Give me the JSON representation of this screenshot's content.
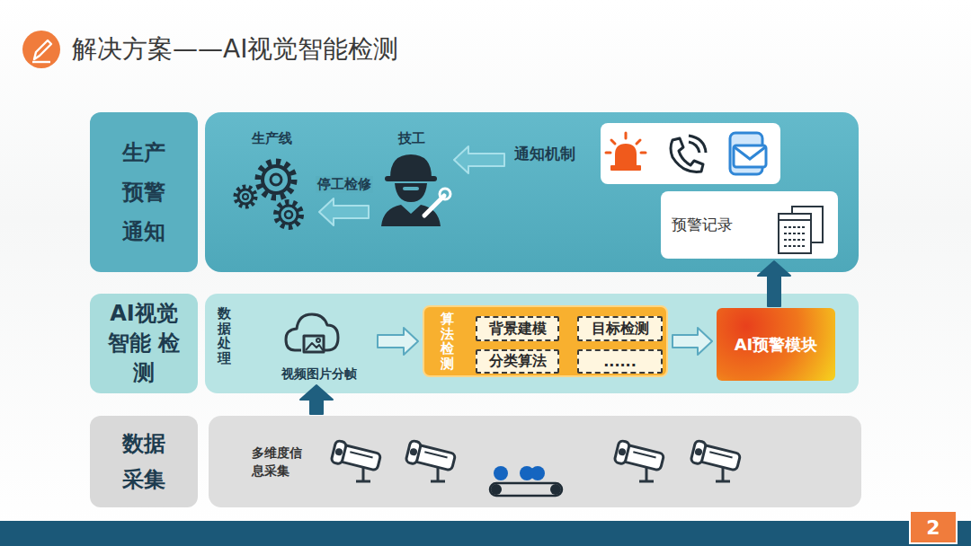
{
  "diagram": {
    "title": "解决方案——AI视觉智能检测",
    "nodes": [
      {
        "text": [
          "生产 预警 通知"
        ]
      },
      {
        "text": []
      },
      {
        "text": [
          "生产线"
        ],
        "in": 1
      },
      {
        "text": [
          "技工"
        ],
        "in": 1
      },
      {
        "text": [
          "通知机制"
        ],
        "in": 1
      },
      {
        "text": [
          "预警记录"
        ],
        "in": 1
      },
      {
        "text": [
          "AI视觉 智能 检测"
        ]
      },
      {
        "text": [
          "数据处理"
        ]
      },
      {
        "text": [
          "视频图片分帧"
        ],
        "in": 7
      },
      {
        "text": [
          "算法检测"
        ],
        "in": 7
      },
      {
        "text": [
          "背景建模"
        ],
        "in": 9
      },
      {
        "text": [
          "目标检测"
        ],
        "in": 9
      },
      {
        "text": [
          "分类算法"
        ],
        "in": 9
      },
      {
        "text": [
          "......"
        ],
        "in": 9
      },
      {
        "text": [
          "AI预警模块"
        ],
        "in": 7
      },
      {
        "text": [
          "数据 采集"
        ]
      },
      {
        "text": [
          "多维度信 息采集"
        ]
      }
    ],
    "edges": [
      {
        "from": 4,
        "to": 3,
        "arrow": "to"
      },
      {
        "from": 3,
        "to": 2,
        "label": "停工检修",
        "arrow": "to"
      },
      {
        "from": 14,
        "to": 5,
        "arrow": "to"
      },
      {
        "from": 8,
        "to": 9,
        "arrow": "to"
      },
      {
        "from": 9,
        "to": 14,
        "arrow": "to"
      },
      {
        "from": 16,
        "to": 8,
        "arrow": "to"
      }
    ],
    "labels": [
      "2"
    ]
  }
}
